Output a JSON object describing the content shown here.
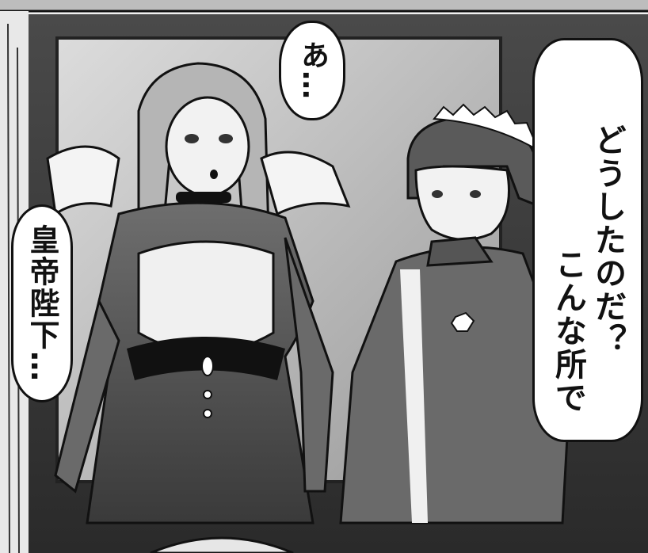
{
  "dialogue": {
    "bubble_a": "あ…",
    "bubble_emperor": "皇帝陛下…",
    "bubble_right_line1": "どうしたのだ？",
    "bubble_right_line2": "こんな所で"
  },
  "colors": {
    "ink": "#111111",
    "paper": "#ffffff",
    "screentone": "#7a7a7a"
  }
}
